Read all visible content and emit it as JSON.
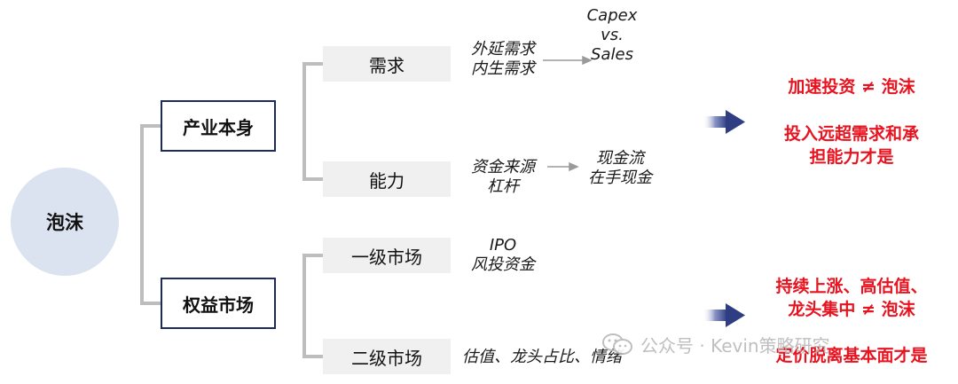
{
  "diagram": {
    "root": "泡沫",
    "level1": [
      "产业本身",
      "权益市场"
    ],
    "level2": [
      "需求",
      "能力",
      "一级市场",
      "二级市场"
    ],
    "notes": {
      "demand": [
        "外延需求",
        "内生需求"
      ],
      "demand_result": [
        "Capex",
        "vs.",
        "Sales"
      ],
      "ability": [
        "资金来源",
        "杠杆"
      ],
      "ability_result": [
        "现金流",
        "在手现金"
      ],
      "primary": [
        "IPO",
        "风投资金"
      ],
      "secondary": "估值、龙头占比、情绪"
    },
    "conclusions": {
      "industry": [
        "加速投资 ≠ 泡沫",
        "投入远超需求和承",
        "担能力才是"
      ],
      "market": [
        "持续上涨、高估值、",
        "龙头集中 ≠ 泡沫",
        "定价脱离基本面才是"
      ]
    }
  },
  "watermark": {
    "text": "公众号 · Kevin策略研究",
    "icon": "wechat-icon"
  },
  "colors": {
    "accent_navy": "#1f2a5c",
    "root_fill": "#dbe3f0",
    "box_fill": "#f0f0f0",
    "connector": "#bdbdbd",
    "conclusion_red": "#e8131f",
    "arrow_navy": "#3b4a8c"
  }
}
